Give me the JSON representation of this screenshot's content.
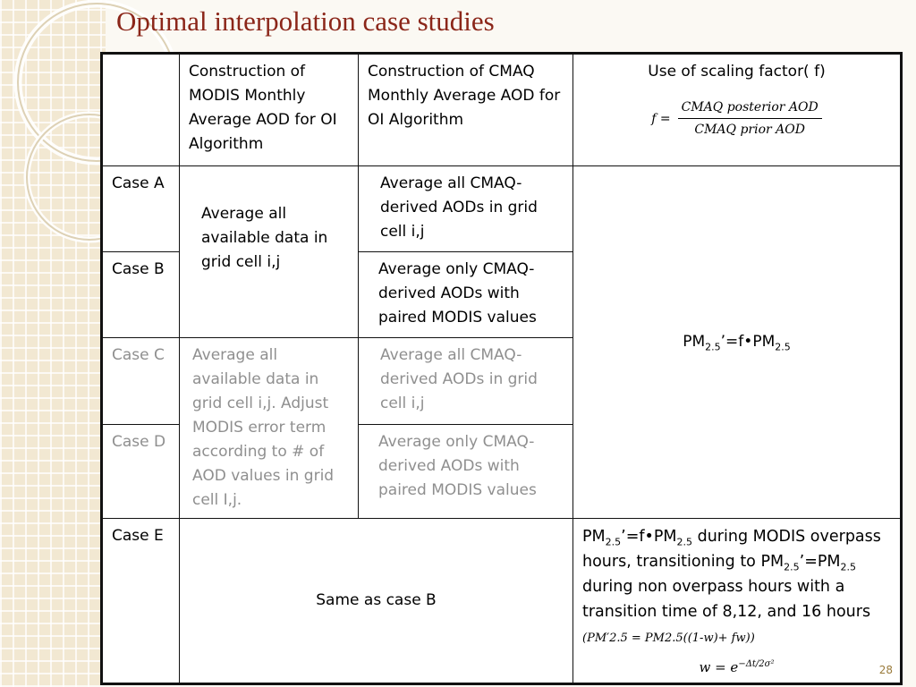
{
  "slide": {
    "title": "Optimal interpolation case studies",
    "number": "28"
  },
  "table": {
    "headers": {
      "modis": "Construction of MODIS Monthly Average AOD for OI Algorithm",
      "cmaq": "Construction of CMAQ Monthly Average AOD for OI Algorithm",
      "scaling": "Use of scaling factor( f)",
      "formula_lhs": "f =",
      "formula_num": "CMAQ posterior AOD",
      "formula_den": "CMAQ prior AOD"
    },
    "cases": {
      "a": "Case A",
      "b": "Case B",
      "c": "Case C",
      "d": "Case D",
      "e": "Case E"
    },
    "modis_ab": "Average all available data in grid cell i,j",
    "modis_cd": "Average all available data in grid cell i,j.  Adjust MODIS error term according to # of AOD values in grid cell I,j.",
    "cmaq_a": "Average all CMAQ-derived AODs in grid cell i,j",
    "cmaq_b": "Average only CMAQ-derived AODs with paired MODIS values",
    "cmaq_c": "Average all CMAQ-derived AODs in grid cell i,j",
    "cmaq_d": "Average only CMAQ-derived AODs with paired MODIS values",
    "scaling_ad": {
      "pm": "PM",
      "sub": "2.5",
      "mid": "’=f•PM",
      "sub2": "2.5"
    },
    "case_e_same": "Same as case B",
    "case_e_scaling": {
      "l1a": "PM",
      "l1sub": "2.5",
      "l1b": "’=f•PM",
      "l1sub2": "2.5",
      "l1c": " during MODIS overpass hours, transitioning to ",
      "l2a": "PM",
      "l2sub": "2.5",
      "l2b": "’=PM",
      "l2sub2": "2.5",
      "l2c": " during non overpass hours with a transition time of 8,12, and 16 hours ",
      "eq": "(PM′2.5 = PM2.5((1-w)+ fw))",
      "w_lhs": "w = e",
      "w_exp": "−Δt/2σ²"
    }
  }
}
